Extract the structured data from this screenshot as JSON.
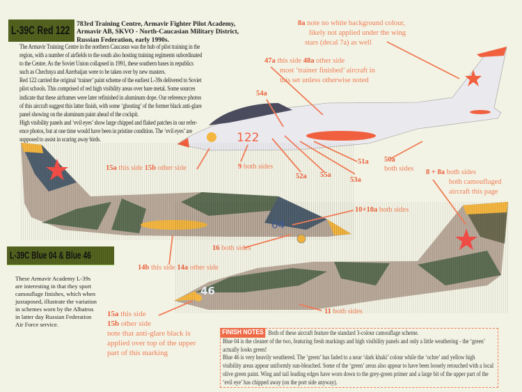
{
  "section1": {
    "header": "L-39C Red 122",
    "title_lines": [
      "783rd Training Centre, Armavir Fighter Pilot Academy,",
      "Armavir AB, SKVO - North-Caucasian Military District,",
      "Russian Federation, early 1990s."
    ],
    "body_lines": [
      "The Armavir Training Centre in the northern Caucasus was the hub of pilot training in the",
      "region, with a number of airfields to the south also hosting training regiments subordinated",
      "to the Centre. As the Soviet Union collapsed in 1991, these southern bases in republics",
      "such as Chechnya and Azerbaijan were to be taken over by new masters.",
      "Red 122 carried the original ‘trainer’ paint scheme of the earliest L-39s delivered to Soviet",
      "pilot schools. This comprised of red high visibility areas over bare metal. Some sources",
      "indicate that these airframes were later refinished in aluminum dope. Our reference photos",
      "of this aircraft suggest this latter finish, with some ‘ghosting’ of the former black anti-glare",
      "panel showing on the aluminum paint ahead of the cockpit.",
      "High visibility panels and ‘evil eyes’ show large chipped and flaked patches in our refer-",
      "ence photos, but at one time would have been in pristine condition. The ‘evil eyes’ are",
      "supposed to assist in scaring away birds."
    ],
    "aircraft_number": "122"
  },
  "callouts_red": {
    "c8a": {
      "code": "8a",
      "lines": [
        "note no white background colour,",
        "likely not applied under the wing",
        "stars (decal 7a) as well"
      ]
    },
    "c47a": {
      "code1": "47a",
      "t1": "this side",
      "code2": "48a",
      "t2": "other side",
      "lines": [
        "most ‘trainer finished’ aircraft in",
        "this set unless otherwise noted"
      ]
    },
    "c54a": "54a",
    "c15": {
      "code1": "15a",
      "t1": "this side",
      "code2": "15b",
      "t2": "other side"
    },
    "c9": {
      "code": "9",
      "text": "both sides"
    },
    "c52a": "52a",
    "c55a": "55a",
    "c53a": "53a",
    "c51a": "51a",
    "c50a": {
      "code": "50a",
      "text": "both sides"
    }
  },
  "callouts_camo": {
    "c8": {
      "code": "8 + 8a",
      "text": "both sides",
      "lines": [
        "both camouflaged",
        "aircraft this page"
      ]
    },
    "c10": {
      "code": "10+10a",
      "text": "both sides"
    },
    "c16": {
      "code": "16",
      "text": "both sides"
    },
    "c14": {
      "code1": "14b",
      "t1": "this side",
      "code2": "14a",
      "t2": "other side"
    },
    "c15": {
      "code1": "15a",
      "t1": "this side",
      "code2": "15b",
      "t2": "other side",
      "lines": [
        "note that anti-glare black is",
        "applied over top of the upper",
        "part of this marking"
      ]
    },
    "c11": {
      "code": "11",
      "text": "both sides"
    }
  },
  "section2": {
    "header": "L-39C Blue 04 & Blue 46",
    "body_lines": [
      "These Armavir Academy L-39s",
      "are interesting in that they sport",
      "camouflage finishes, which when",
      "juxtaposed, illustrate the variation",
      "in schemes worn by the Albatros",
      "in latter day Russian Federation",
      "Air Force service."
    ],
    "aircraft1_number": "04",
    "aircraft2_number": "46"
  },
  "finish_notes": {
    "badge": "FINISH NOTES",
    "p1": "Both of these aircraft feature the standard 3-colour camouflage scheme.",
    "p2": "Blue 04 is the cleaner of the two, featuring fresh markings and high visibility panels and only a little weathering - the ‘green’ actually looks green!",
    "p3": "Blue 46 is very heavily weathered. The ‘green’ has faded to a near ‘dark khaki’ colour while the ‘ochre’ and yellow high visibility areas appear uniformly sun-bleached. Some of the ‘green’ areas also appear to have been loosely retouched with a local olive green paint. Wing and tail leading edges have worn down to  the grey-green primer and a large bit of the upper part of the ‘evil eye’ has chipped away (on the port side anyway)."
  },
  "colors": {
    "callout": "#f07a55",
    "header_green": "#55641f",
    "red_hv": "#f0603f",
    "camo_green": "#5d6e55",
    "camo_sand": "#b9a99a",
    "camo_blue": "#4f5f6e",
    "yellow": "#f4b640"
  }
}
